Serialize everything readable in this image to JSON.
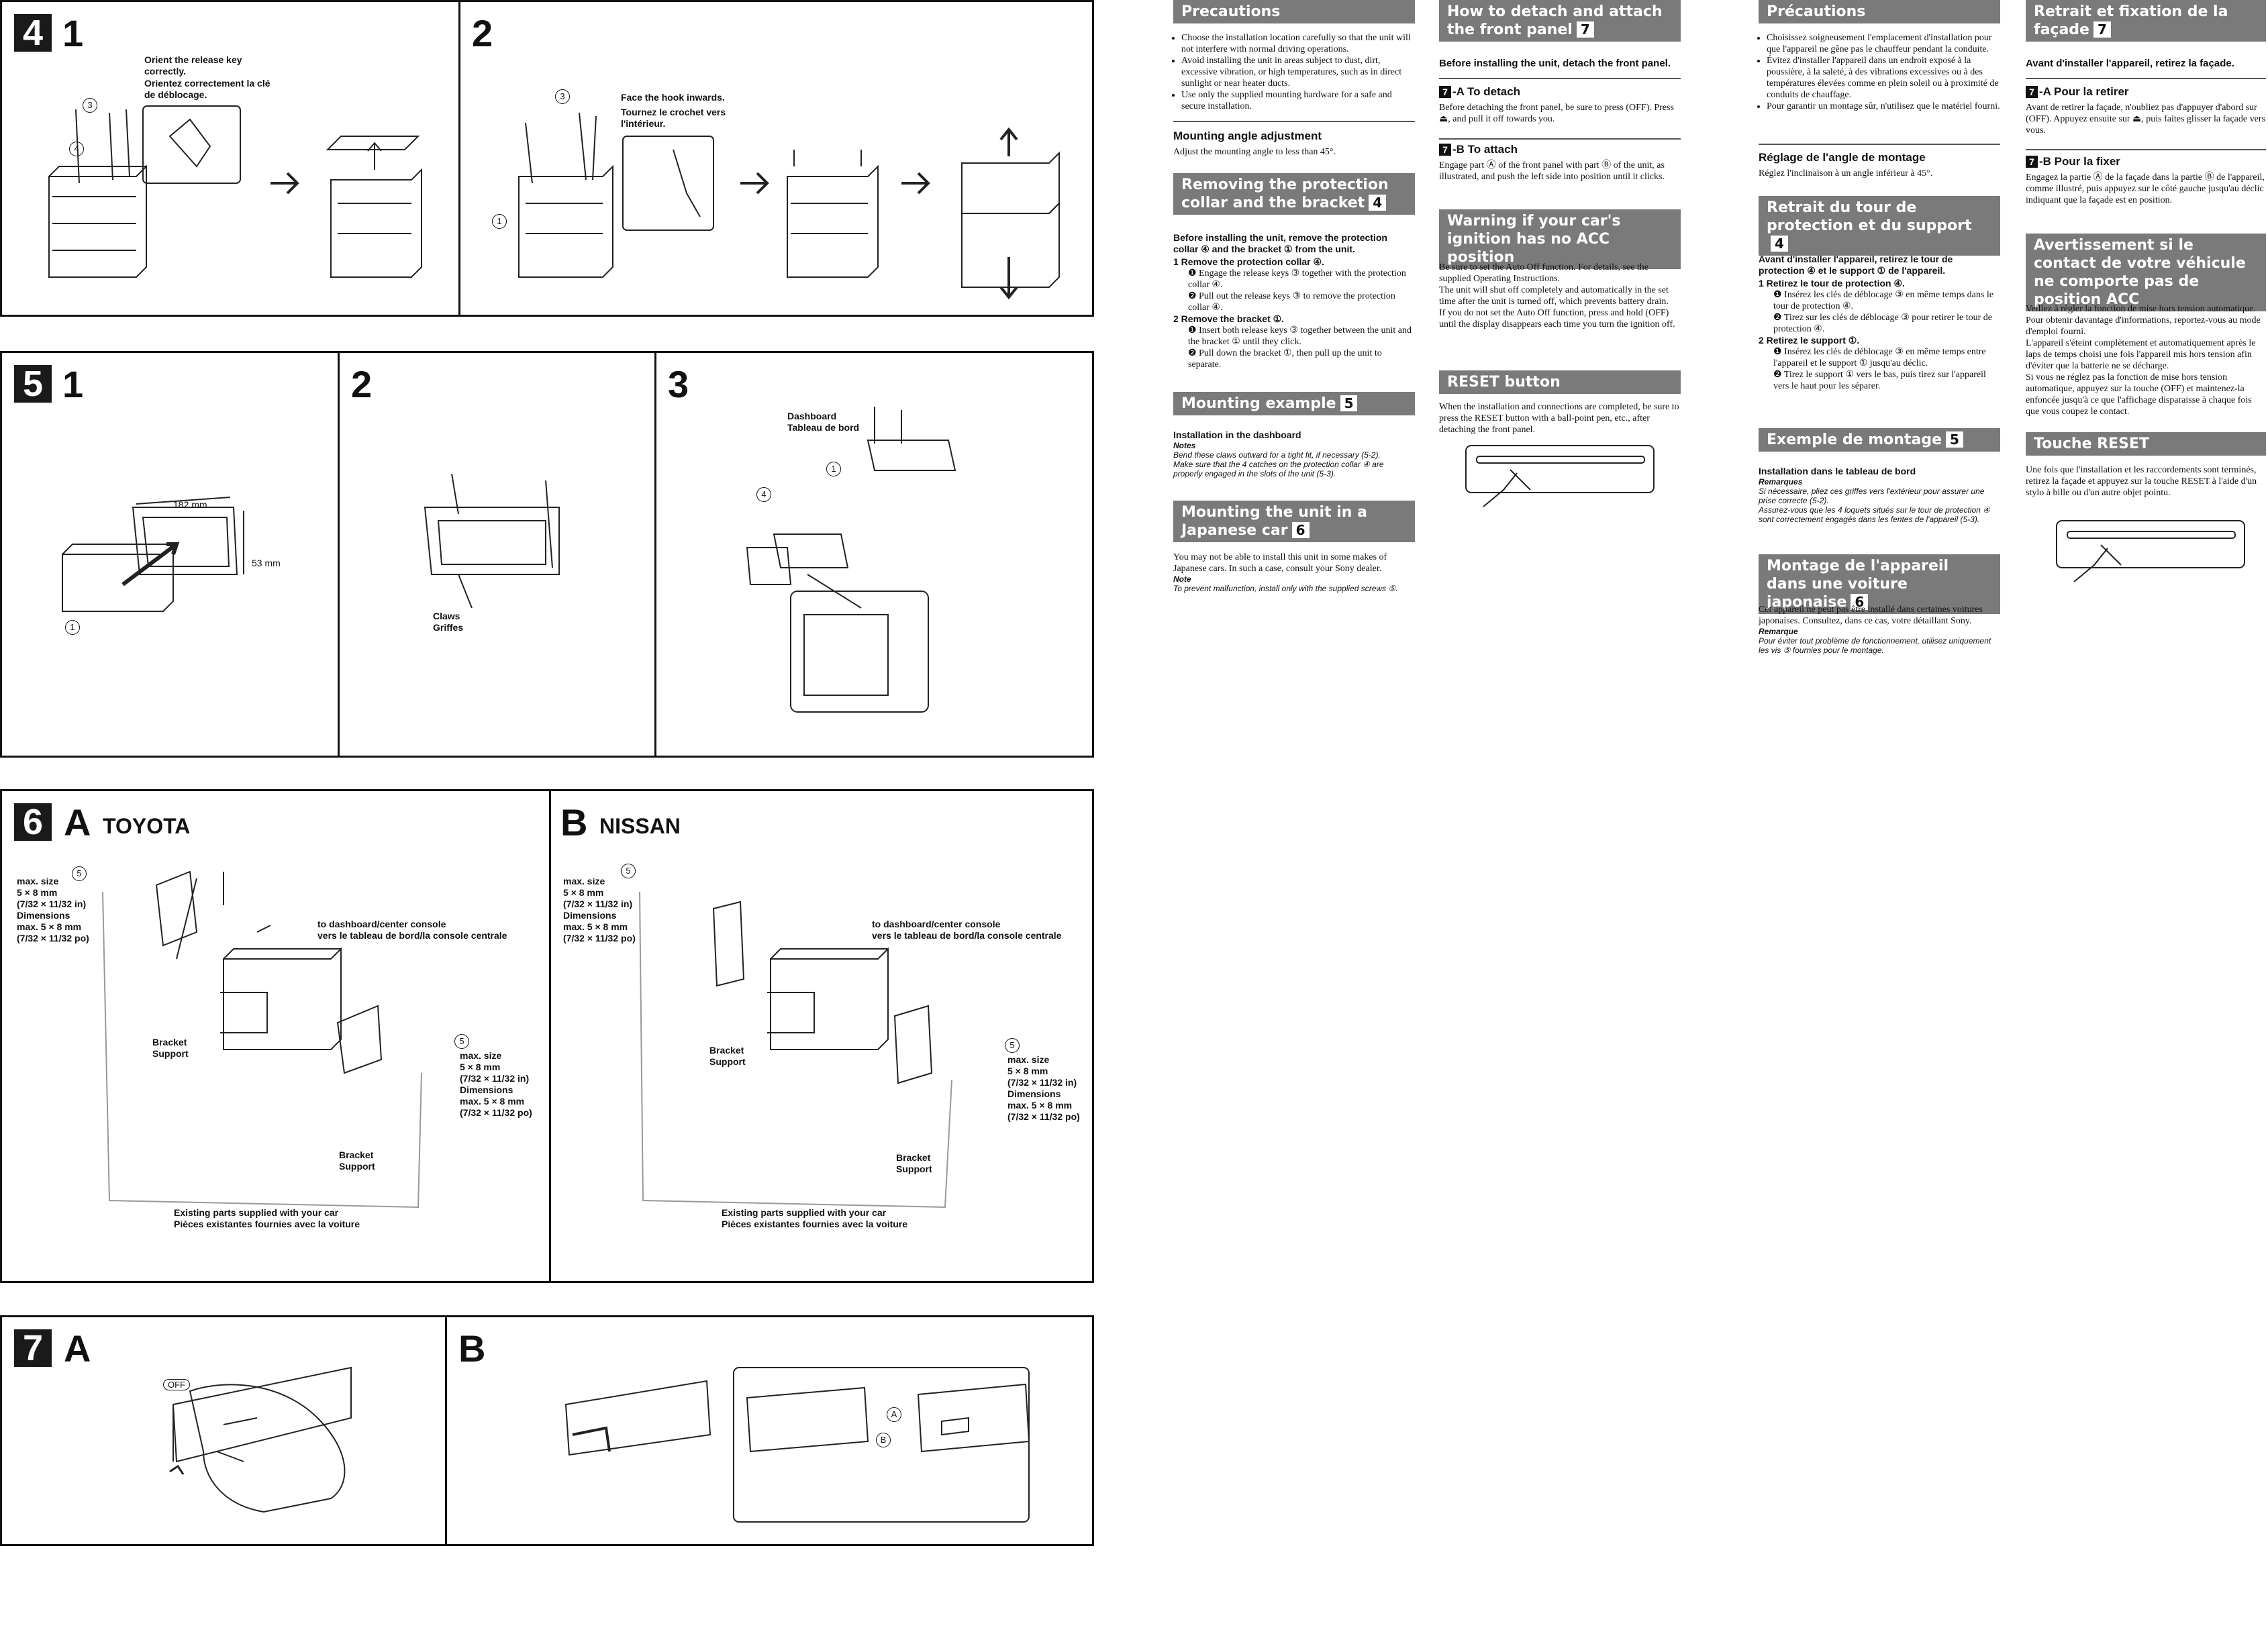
{
  "diagrams": {
    "s4": {
      "num": "4",
      "step1": "1",
      "step2": "2",
      "orient_en": "Orient the release key correctly.",
      "orient_fr": "Orientez correctement la clé de déblocage.",
      "hook_en": "Face the hook inwards.",
      "hook_fr": "Tournez le crochet vers l'intérieur.",
      "c3": "3",
      "c4": "4",
      "c1": "1"
    },
    "s5": {
      "num": "5",
      "step1": "1",
      "step2": "2",
      "step3": "3",
      "dim_w": "182 mm",
      "dim_h": "53 mm",
      "claws": "Claws\nGriffes",
      "dashboard": "Dashboard\nTableau de bord",
      "c1": "1",
      "c4": "4"
    },
    "s6": {
      "num": "6",
      "a_letter": "A",
      "a_name": "TOYOTA",
      "b_letter": "B",
      "b_name": "NISSAN",
      "size_note": "max. size\n5 × 8 mm\n(7/32 × 11/32 in)\nDimensions\nmax. 5 × 8 mm\n(7/32 × 11/32 po)",
      "to_console": "to dashboard/center console\nvers le tableau de bord/la console centrale",
      "bracket": "Bracket\nSupport",
      "existing": "Existing parts supplied with your car\nPièces existantes fournies avec la voiture",
      "c5": "5"
    },
    "s7": {
      "num": "7",
      "a_letter": "A",
      "b_letter": "B",
      "off": "OFF",
      "ca": "A",
      "cb": "B"
    }
  },
  "english": {
    "precautions": {
      "title": "Precautions",
      "items": [
        "Choose the installation location carefully so that the unit will not interfere with normal driving operations.",
        "Avoid installing the unit in areas subject to dust, dirt, excessive vibration, or high temperatures, such as in direct sunlight or near heater ducts.",
        "Use only the supplied mounting hardware for a safe and secure installation."
      ]
    },
    "angle": {
      "title": "Mounting angle adjustment",
      "body": "Adjust the mounting angle to less than 45°."
    },
    "removing": {
      "title": "Removing the protection collar and the bracket",
      "ref": "4",
      "intro": "Before installing the unit, remove the protection collar ④ and the bracket ① from the unit.",
      "s1": "1  Remove the protection collar ④.",
      "s1a": "❶ Engage the release keys ③ together with the protection collar ④.",
      "s1b": "❷ Pull out the release keys ③ to remove the protection collar ④.",
      "s2": "2  Remove the bracket ①.",
      "s2a": "❶ Insert both release keys ③ together between the unit and the bracket ① until they click.",
      "s2b": "❷ Pull down the bracket ①, then pull up the unit to separate."
    },
    "mounting": {
      "title": "Mounting example",
      "ref": "5",
      "sub": "Installation in the dashboard",
      "notes_label": "Notes",
      "notes": [
        "Bend these claws outward for a tight fit, if necessary (5-2).",
        "Make sure that the 4 catches on the protection collar ④ are properly engaged in the slots of the unit (5-3)."
      ]
    },
    "japanese": {
      "title": "Mounting the unit in a Japanese car",
      "ref": "6",
      "body": "You may not be able to install this unit in some makes of Japanese cars. In such a case, consult your Sony dealer.",
      "note_label": "Note",
      "note": "To prevent malfunction, install only with the supplied screws ⑤."
    },
    "detach": {
      "title": "How to detach and attach the front panel",
      "ref": "7",
      "intro": "Before installing the unit, detach the front panel.",
      "a_title": "-A To detach",
      "a_body": "Before detaching the front panel, be sure to press (OFF). Press ⏏, and pull it off towards you.",
      "b_title": "-B To attach",
      "b_body": "Engage part Ⓐ of the front panel with part Ⓑ of the unit, as illustrated, and push the left side into position until it clicks."
    },
    "warning": {
      "title": "Warning if your car's ignition has no ACC position",
      "body": "Be sure to set the Auto Off function. For details, see the supplied Operating Instructions.\nThe unit will shut off completely and automatically in the set time after the unit is turned off, which prevents battery drain.\nIf you do not set the Auto Off function, press and hold (OFF) until the display disappears each time you turn the ignition off."
    },
    "reset": {
      "title": "RESET button",
      "body": "When the installation and connections are completed, be sure to press the RESET button with a ball-point pen, etc., after detaching the front panel."
    }
  },
  "french": {
    "precautions": {
      "title": "Précautions",
      "items": [
        "Choisissez soigneusement l'emplacement d'installation pour que l'appareil ne gêne pas le chauffeur pendant la conduite.",
        "Évitez d'installer l'appareil dans un endroit exposé à la poussière, à la saleté, à des vibrations excessives ou à des températures élevées comme en plein soleil ou à proximité de conduits de chauffage.",
        "Pour garantir un montage sûr, n'utilisez que le matériel fourni."
      ]
    },
    "angle": {
      "title": "Réglage de l'angle de montage",
      "body": "Réglez l'inclinaison à un angle inférieur à 45°."
    },
    "removing": {
      "title": "Retrait du tour de protection et du support",
      "ref": "4",
      "intro": "Avant d'installer l'appareil, retirez le tour de protection ④ et le support ① de l'appareil.",
      "s1": "1  Retirez le tour de protection ④.",
      "s1a": "❶ Insérez les clés de déblocage ③ en même temps dans le tour de protection ④.",
      "s1b": "❷ Tirez sur les clés de déblocage ③ pour retirer le tour de protection ④.",
      "s2": "2  Retirez le support ①.",
      "s2a": "❶ Insérez les clés de déblocage ③ en même temps entre l'appareil et le support ① jusqu'au déclic.",
      "s2b": "❷ Tirez le support ① vers le bas, puis tirez sur l'appareil vers le haut pour les séparer."
    },
    "mounting": {
      "title": "Exemple de montage",
      "ref": "5",
      "sub": "Installation dans le tableau de bord",
      "notes_label": "Remarques",
      "notes": [
        "Si nécessaire, pliez ces griffes vers l'extérieur pour assurer une prise correcte (5-2).",
        "Assurez-vous que les 4 loquets situés sur le tour de protection ④ sont correctement engagés dans les fentes de l'appareil (5-3)."
      ]
    },
    "japanese": {
      "title": "Montage de l'appareil dans une voiture japonaise",
      "ref": "6",
      "body": "Cet appareil ne peut pas être installé dans certaines voitures japonaises. Consultez, dans ce cas, votre détaillant Sony.",
      "note_label": "Remarque",
      "note": "Pour éviter tout problème de fonctionnement, utilisez uniquement les vis ⑤ fournies pour le montage."
    },
    "facade": {
      "title": "Retrait et fixation de la façade",
      "ref": "7",
      "intro": "Avant d'installer l'appareil, retirez la façade.",
      "a_title": "-A Pour la retirer",
      "a_body": "Avant de retirer la façade, n'oubliez pas d'appuyer d'abord sur (OFF). Appuyez ensuite sur ⏏, puis faites glisser la façade vers vous.",
      "b_title": "-B Pour la fixer",
      "b_body": "Engagez la partie Ⓐ de la façade dans la partie Ⓑ de l'appareil, comme illustré, puis appuyez sur le côté gauche jusqu'au déclic indiquant que la façade est en position."
    },
    "warning": {
      "title": "Avertissement si le contact de votre véhicule ne comporte pas de position ACC",
      "body": "Veillez à régler la fonction de mise hors tension automatique. Pour obtenir davantage d'informations, reportez-vous au mode d'emploi fourni.\nL'appareil s'éteint complètement et automatiquement après le laps de temps choisi une fois l'appareil mis hors tension afin d'éviter que la batterie ne se décharge.\nSi vous ne réglez pas la fonction de mise hors tension automatique, appuyez sur la touche (OFF) et maintenez-la enfoncée jusqu'à ce que l'affichage disparaisse à chaque fois que vous coupez le contact."
    },
    "reset": {
      "title": "Touche RESET",
      "body": "Une fois que l'installation et les raccordements sont terminés, retirez la façade et appuyez sur la touche RESET à l'aide d'un stylo à bille ou d'un autre objet pointu."
    }
  }
}
